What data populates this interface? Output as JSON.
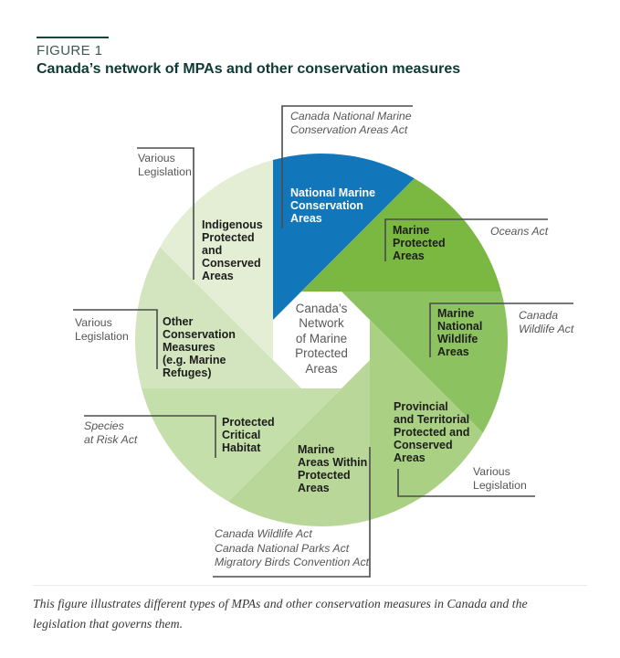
{
  "header": {
    "figure_label": "FIGURE 1",
    "title": "Canada’s network of MPAs and other conservation measures"
  },
  "wheel": {
    "center_label": "Canada’s\nNetwork\nof Marine\nProtected\nAreas",
    "segments": [
      {
        "name": "National Marine Conservation Areas",
        "label": "National Marine\nConservation\nAreas",
        "legislation": "Canada National Marine\nConservation Areas Act",
        "color": "#1276bb"
      },
      {
        "name": "Marine Protected Areas",
        "label": "Marine\nProtected\nAreas",
        "legislation": "Oceans Act",
        "color": "#7ab842"
      },
      {
        "name": "Marine National Wildlife Areas",
        "label": "Marine\nNational\nWildlife\nAreas",
        "legislation": "Canada\nWildlife Act",
        "color": "#8dc261"
      },
      {
        "name": "Provincial and Territorial Protected and Conserved Areas",
        "label": "Provincial\nand Territorial\nProtected and\nConserved\nAreas",
        "legislation": "Various\nLegislation",
        "color": "#a9d083"
      },
      {
        "name": "Marine Areas Within Protected Areas",
        "label": "Marine\nAreas Within\nProtected\nAreas",
        "legislation": "Canada Wildlife Act\nCanada National Parks Act\nMigratory Birds Convention Act",
        "color": "#b8d799"
      },
      {
        "name": "Protected Critical Habitat",
        "label": "Protected\nCritical\nHabitat",
        "legislation": "Species\nat Risk Act",
        "color": "#c5dfab"
      },
      {
        "name": "Other Conservation Measures (e.g. Marine Refuges)",
        "label": "Other\nConservation\nMeasures\n(e.g. Marine\nRefuges)",
        "legislation": "Various\nLegislation",
        "color": "#d2e5bf"
      },
      {
        "name": "Indigenous Protected and Conserved Areas",
        "label": "Indigenous\nProtected\nand\nConserved\nAreas",
        "legislation": "Various\nLegislation",
        "color": "#e3eed5"
      }
    ],
    "line_color": "#4a4b4e"
  },
  "caption": "This figure illustrates different types of MPAs and other conservation measures in Canada and the legislation that governs them."
}
